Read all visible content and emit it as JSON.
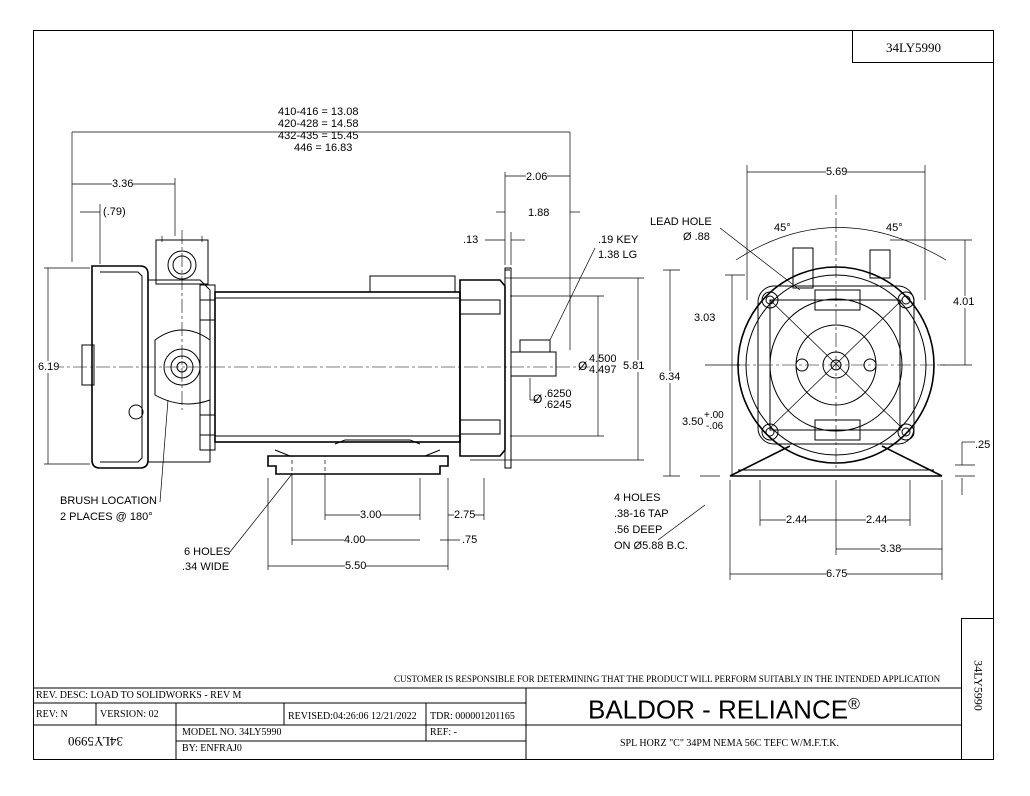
{
  "drawing": {
    "part_number_top": "34LY5990",
    "part_number_side": "34LY5990",
    "part_number_mirrored": "34LY5990"
  },
  "side_view": {
    "overall_length_lines": [
      "410-416 = 13.08",
      "420-428 = 14.58",
      "432-435 = 15.45",
      "446 = 16.83"
    ],
    "dim_3_36": "3.36",
    "dim_0_79": "(.79)",
    "dim_2_06": "2.06",
    "dim_1_88": "1.88",
    "dim_0_13": ".13",
    "key_note_line1": ".19 KEY",
    "key_note_line2": "1.38 LG",
    "dim_6_19": "6.19",
    "shaft_dia_prefix": "Ø",
    "shaft_dia_top": "4.500",
    "shaft_dia_bottom": "4.497",
    "dim_5_81": "5.81",
    "bore_dia_prefix": "Ø",
    "bore_dia_top": ".6250",
    "bore_dia_bottom": ".6245",
    "brush_note_line1": "BRUSH LOCATION",
    "brush_note_line2": "2 PLACES @ 180°",
    "holes_note_line1": "6 HOLES",
    "holes_note_line2": ".34 WIDE",
    "dim_3_00": "3.00",
    "dim_2_75": "2.75",
    "dim_4_00": "4.00",
    "dim_0_75": ".75",
    "dim_5_50": "5.50"
  },
  "end_view": {
    "dim_5_69": "5.69",
    "lead_hole_line1": "LEAD HOLE",
    "lead_hole_line2": "Ø .88",
    "angle_left": "45°",
    "angle_right": "45°",
    "dim_4_01": "4.01",
    "dim_3_03": "3.03",
    "dim_6_34": "6.34",
    "dim_3_50": "3.50",
    "tol_plus": "+.00",
    "tol_minus": "-.06",
    "dim_0_25": ".25",
    "holes_note_line1": "4 HOLES",
    "holes_note_line2": ".38-16 TAP",
    "holes_note_line3": ".56 DEEP",
    "holes_note_line4": "ON Ø5.88 B.C.",
    "dim_2_44_left": "2.44",
    "dim_2_44_right": "2.44",
    "dim_3_38": "3.38",
    "dim_6_75": "6.75"
  },
  "title_block": {
    "disclaimer": "CUSTOMER IS RESPONSIBLE FOR DETERMINING THAT THE PRODUCT WILL PERFORM SUITABLY IN THE INTENDED APPLICATION",
    "rev_desc": "REV. DESC: LOAD TO SOLIDWORKS - REV M",
    "rev": "REV:  N",
    "version": "VERSION: 02",
    "revised": "REVISED:04:26:06 12/21/2022",
    "tdr": "TDR: 000001201165",
    "model_no": "MODEL NO.  34LY5990",
    "ref": "REF:  -",
    "by": "BY:   ENFRAJ0",
    "brand": "BALDOR - RELIANCE",
    "registered": "®",
    "description": "SPL HORZ \"C\" 34PM NEMA 56C TEFC W/M.F.T.K."
  }
}
